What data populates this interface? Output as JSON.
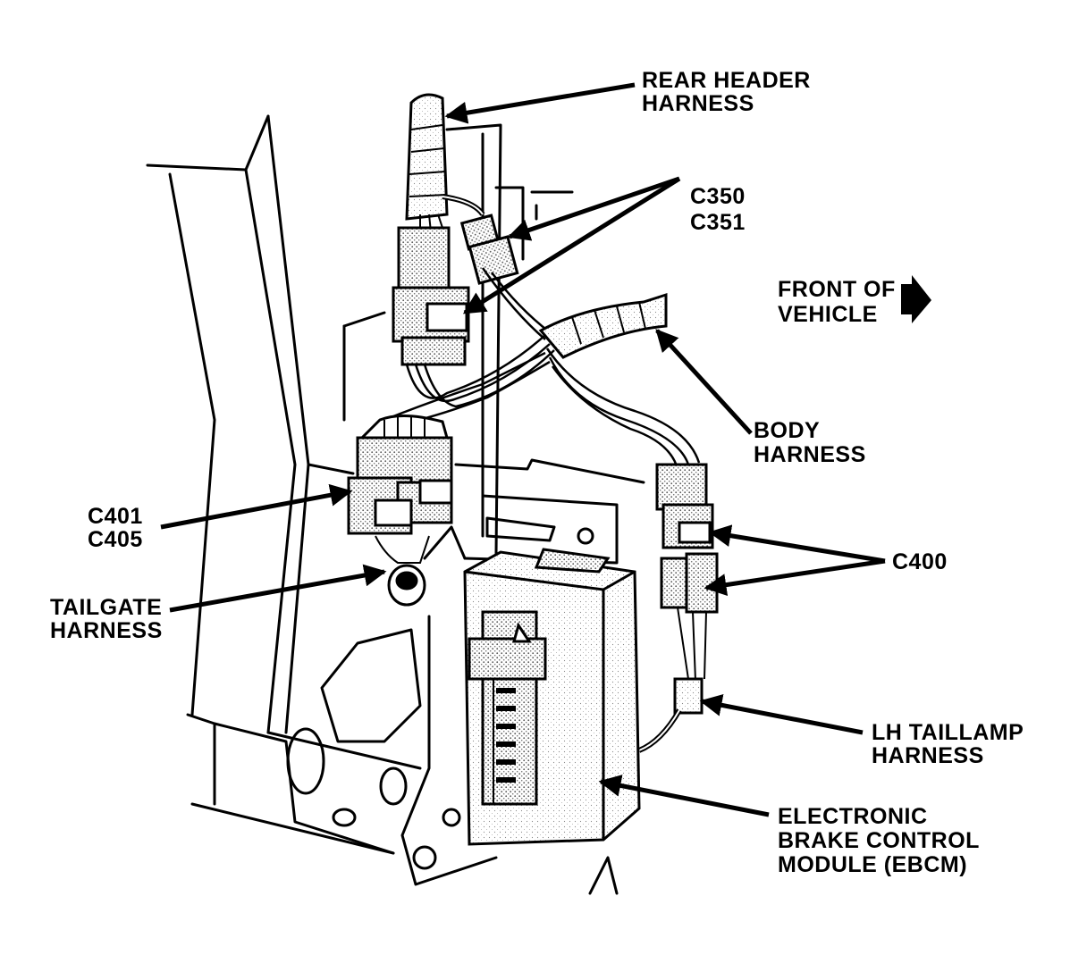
{
  "labels": {
    "rear_header_harness": [
      "REAR HEADER",
      "HARNESS"
    ],
    "c350_c351": [
      "C350",
      "C351"
    ],
    "front_of_vehicle": [
      "FRONT OF",
      "VEHICLE"
    ],
    "body_harness": [
      "BODY",
      "HARNESS"
    ],
    "c401_c405": [
      "C401",
      "C405"
    ],
    "c400": "C400",
    "tailgate_harness": [
      "TAILGATE",
      "HARNESS"
    ],
    "lh_taillamp_harness": [
      "LH TAILLAMP",
      "HARNESS"
    ],
    "ebcm": [
      "ELECTRONIC",
      "BRAKE CONTROL",
      "MODULE (EBCM)"
    ]
  }
}
